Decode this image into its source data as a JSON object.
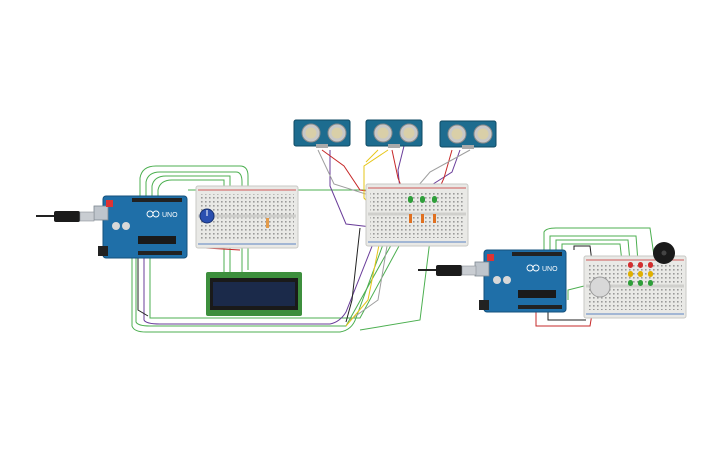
{
  "circuit": {
    "arduino_brand": "UNO",
    "ultrasonic_sensor_count": 3,
    "arduino_count": 2,
    "breadboard_count": 3
  },
  "colors": {
    "board": "#1f6fa8",
    "board_dark": "#14507c",
    "sensor_pcb": "#1d6c8f",
    "breadboard": "#e9e9e6",
    "wire_green": "#4caf50",
    "wire_purple": "#6a3d9a",
    "wire_red": "#c62828",
    "wire_black": "#222222",
    "wire_gray": "#9e9e9e",
    "wire_yellow": "#e6c619",
    "lcd_screen": "#1b2a4a",
    "lcd_pcb": "#3d8f3d",
    "led_green": "#2e9e3a",
    "led_red": "#d32f2f",
    "led_yellow": "#e0b000",
    "led_orange": "#e07020"
  },
  "icons": {
    "usb_cable": "usb-cable-icon",
    "buzzer": "buzzer-icon",
    "potentiometer": "potentiometer-icon"
  }
}
